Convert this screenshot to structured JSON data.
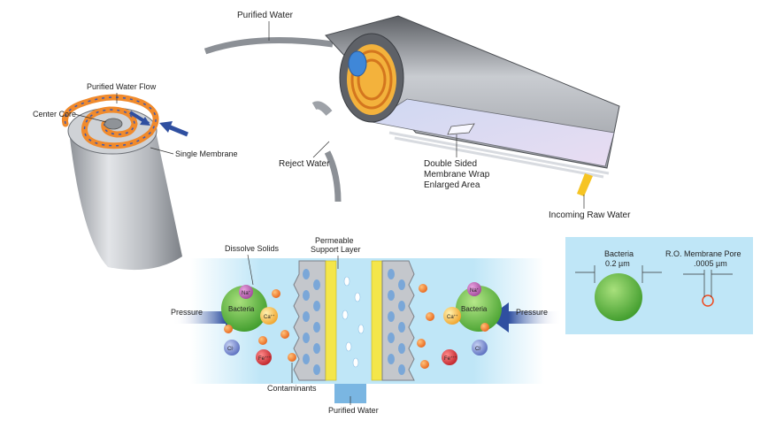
{
  "module": {
    "purified_water": "Purified Water",
    "reject_water": "Reject Water",
    "membrane_wrap_line1": "Double Sided",
    "membrane_wrap_line2": "Membrane Wrap",
    "membrane_wrap_line3": "Enlarged Area",
    "incoming_raw_water": "Incoming Raw Water"
  },
  "spiral": {
    "purified_water_flow": "Purified Water Flow",
    "center_core": "Center Core",
    "single_membrane": "Single Membrane"
  },
  "cross_section": {
    "dissolve_solids": "Dissolve Solids",
    "permeable_line1": "Permeable",
    "permeable_line2": "Support Layer",
    "pressure_left": "Pressure",
    "pressure_right": "Pressure",
    "bacteria_left": "Bacteria",
    "bacteria_right": "Bacteria",
    "contaminants": "Contaminants",
    "purified_water": "Purified Water",
    "ion_na": "Na",
    "ion_na_sup": "+",
    "ion_ca": "Ca",
    "ion_ca_sup": "++",
    "ion_cl": "Cl",
    "ion_cl_sup": "-",
    "ion_fe": "Fe",
    "ion_fe_sup": "+++"
  },
  "scale": {
    "bacteria": "Bacteria",
    "bacteria_size": "0.2 µm",
    "pore": "R.O. Membrane Pore",
    "pore_size": ".0005 µm"
  },
  "colors": {
    "water_blue": "#bfe6f7",
    "membrane_yellow": "#f4e64a",
    "bacteria_green": "#5cb63c",
    "spiral_orange": "#f08a2c",
    "arrow_blue": "#2f4fa0"
  }
}
